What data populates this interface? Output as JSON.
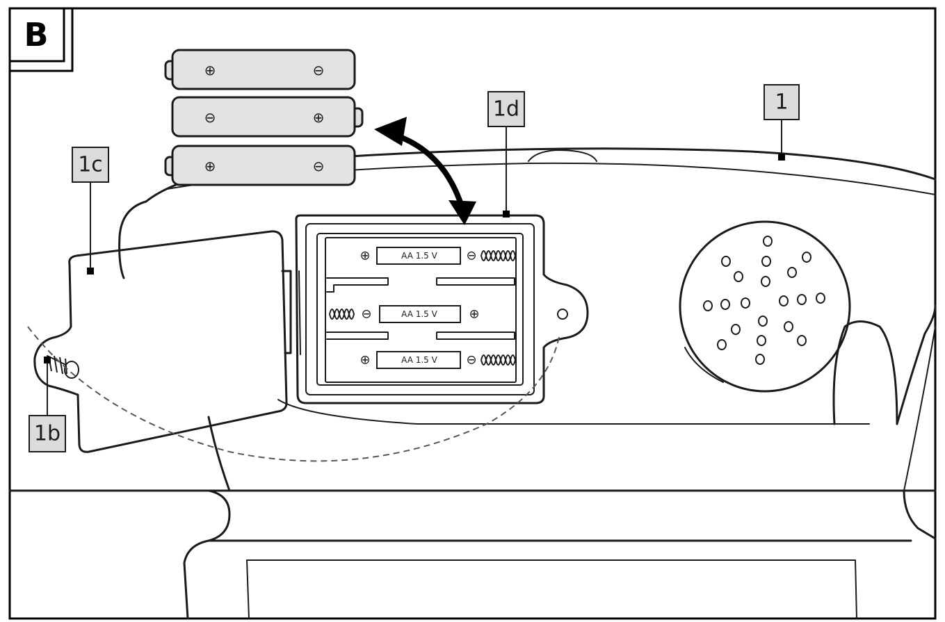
{
  "panel": {
    "letter": "B"
  },
  "callouts": [
    {
      "id": "1",
      "text": "1"
    },
    {
      "id": "1d",
      "text": "1d"
    },
    {
      "id": "1c",
      "text": "1c"
    },
    {
      "id": "1b",
      "text": "1b"
    }
  ],
  "loose_batteries": [
    {
      "left_sign": "⊕",
      "right_sign": "⊖"
    },
    {
      "left_sign": "⊖",
      "right_sign": "⊕"
    },
    {
      "left_sign": "⊕",
      "right_sign": "⊖"
    }
  ],
  "compartment_slots": [
    {
      "label": "AA 1.5 V",
      "left_sign": "⊕",
      "right_sign": "⊖"
    },
    {
      "label": "AA 1.5 V",
      "left_sign": "⊖",
      "right_sign": "⊕"
    },
    {
      "label": "AA 1.5 V",
      "left_sign": "⊕",
      "right_sign": "⊖"
    }
  ],
  "icons": [
    "double-arrow-icon",
    "screw-icon",
    "speaker-grille-icon"
  ]
}
